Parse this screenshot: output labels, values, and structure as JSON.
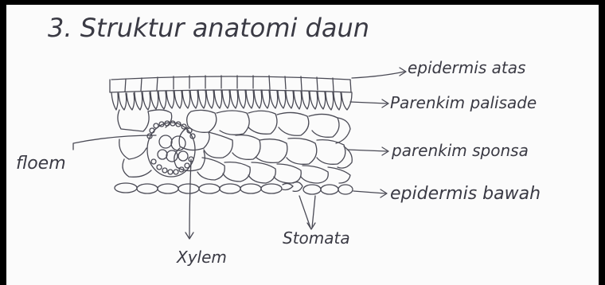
{
  "title": "3. Struktur anatomi daun",
  "labels": {
    "epidermis_atas": "epidermis atas",
    "parenkim_palisade": "Parenkim palisade",
    "parenkim_sponsa": "parenkim sponsa",
    "epidermis_bawah": "epidermis bawah",
    "floem": "floem",
    "xylem": "Xylem",
    "stomata": "Stomata"
  },
  "colors": {
    "ink": "#3a3a44",
    "paper": "#fbfbfb",
    "frame": "#000000"
  }
}
